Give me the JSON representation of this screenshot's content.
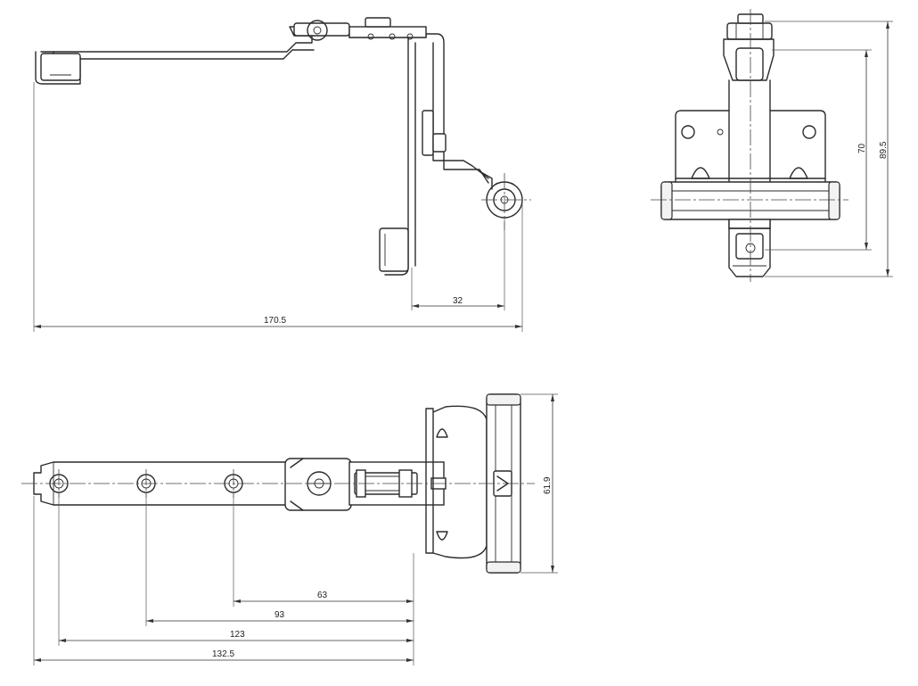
{
  "dimensions": {
    "d32": "32",
    "d170": "170.5",
    "d70": "70",
    "d89": "89.5",
    "d619": "61.9",
    "d63": "63",
    "d93": "93",
    "d123": "123",
    "d1325": "132.5"
  }
}
